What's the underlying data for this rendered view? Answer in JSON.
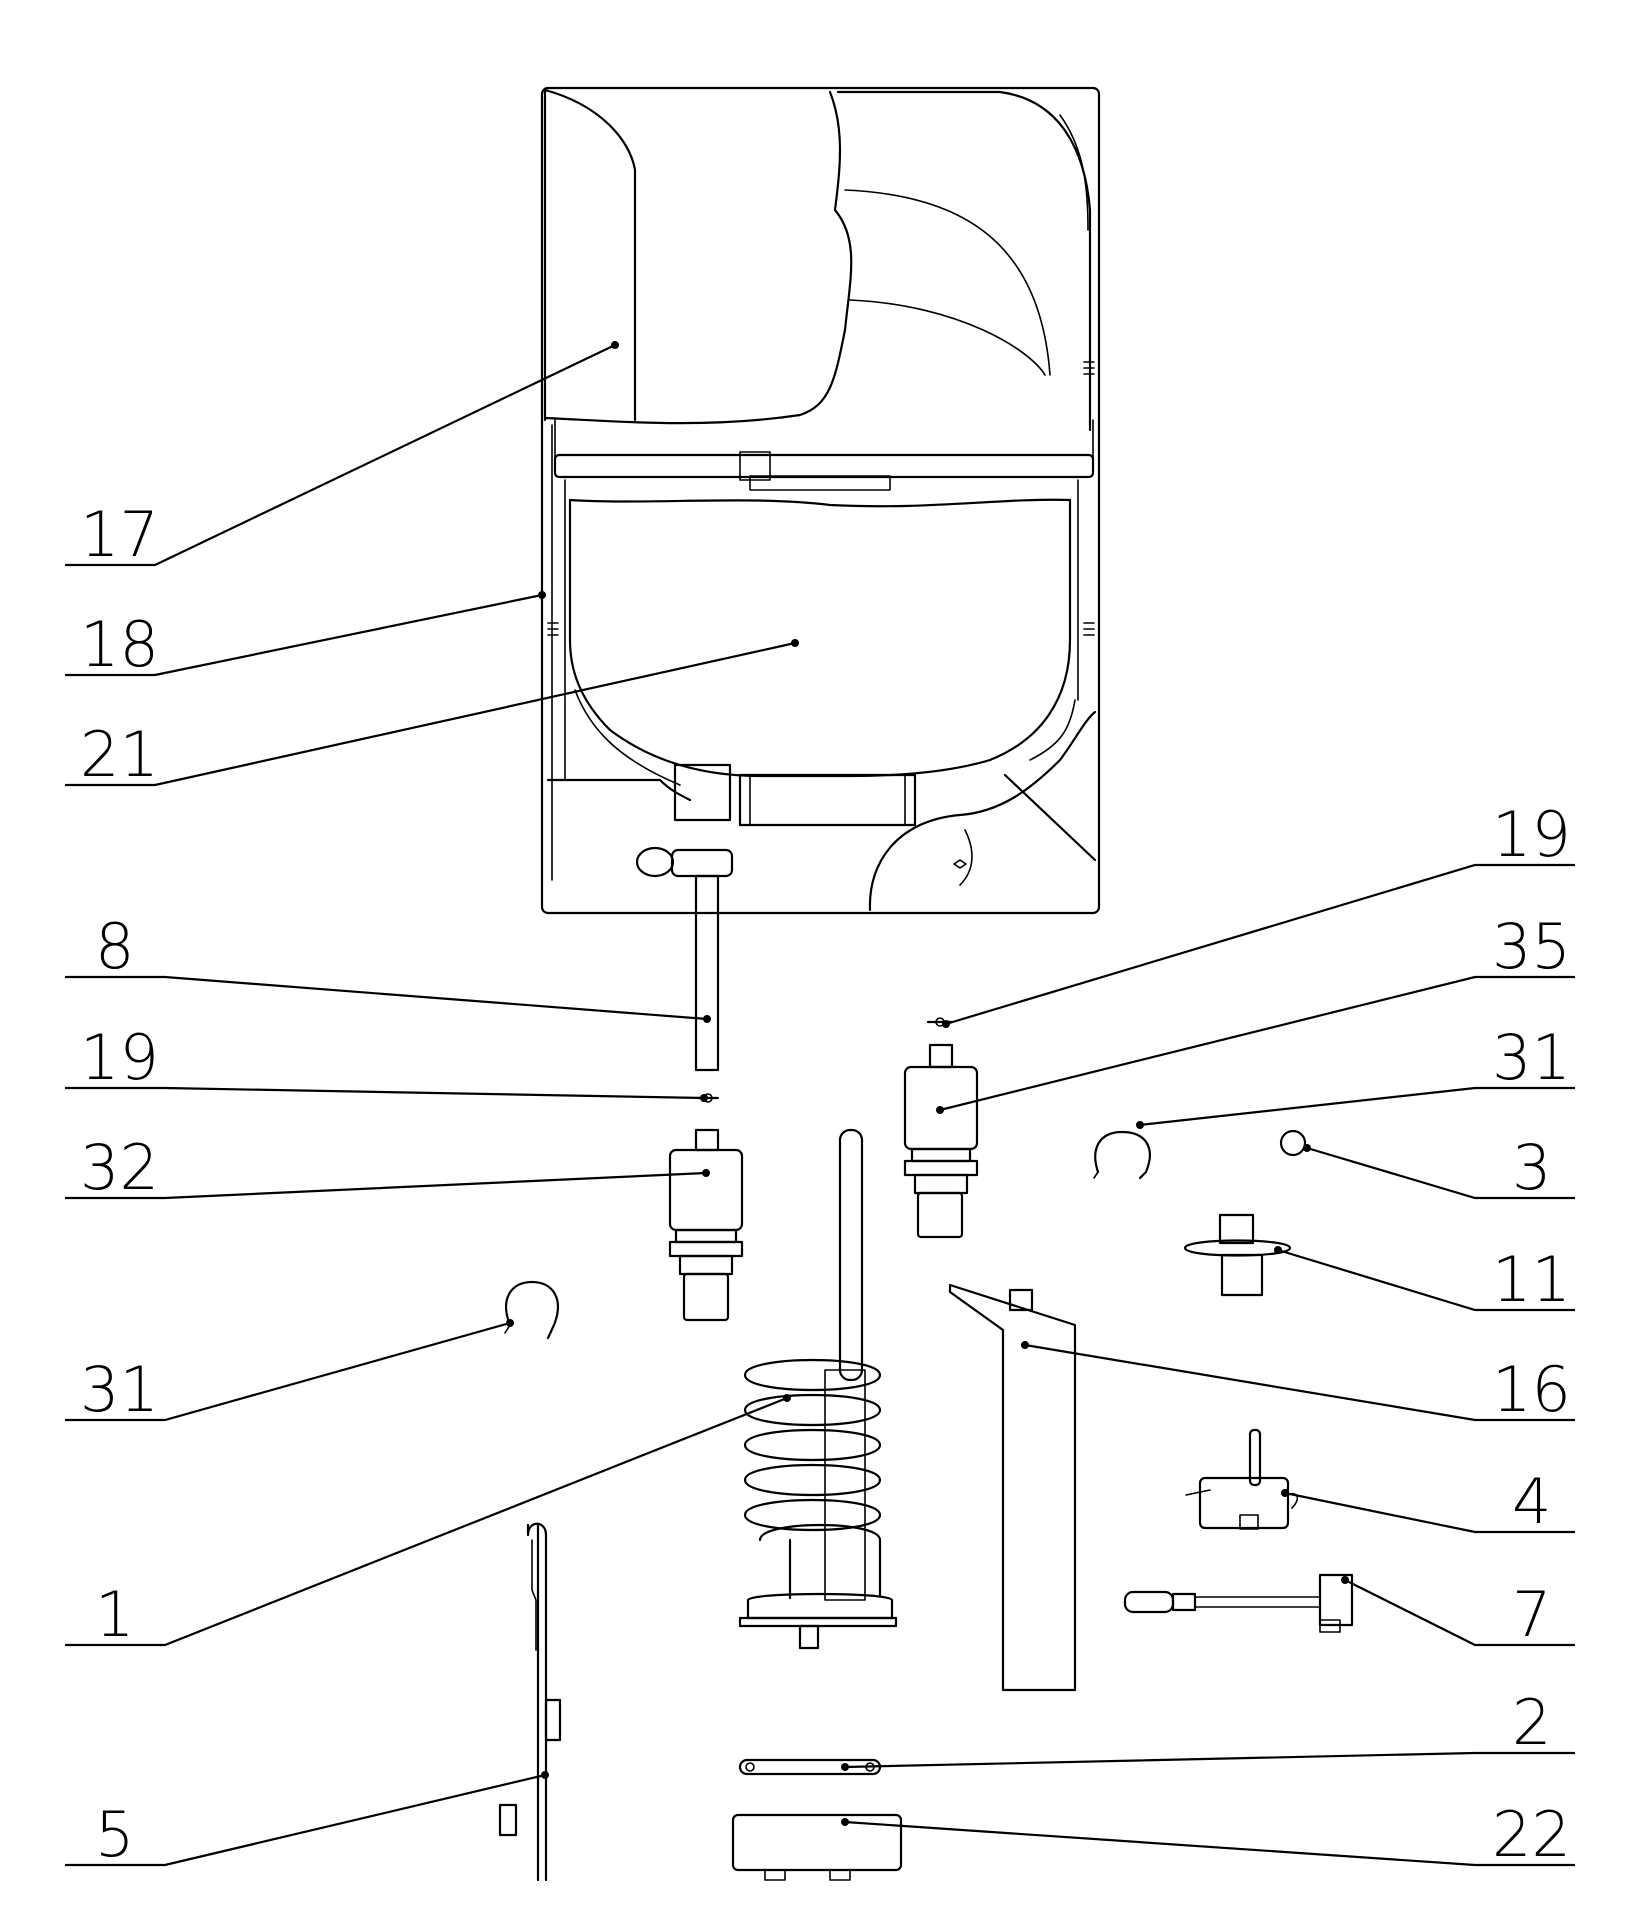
{
  "callouts": [
    {
      "id": "17",
      "label": "17"
    },
    {
      "id": "18",
      "label": "18"
    },
    {
      "id": "21",
      "label": "21"
    },
    {
      "id": "8",
      "label": "8"
    },
    {
      "id": "19a",
      "label": "19"
    },
    {
      "id": "32",
      "label": "32"
    },
    {
      "id": "31a",
      "label": "31"
    },
    {
      "id": "1",
      "label": "1"
    },
    {
      "id": "5",
      "label": "5"
    },
    {
      "id": "19b",
      "label": "19"
    },
    {
      "id": "35",
      "label": "35"
    },
    {
      "id": "31b",
      "label": "31"
    },
    {
      "id": "3",
      "label": "3"
    },
    {
      "id": "11",
      "label": "11"
    },
    {
      "id": "16",
      "label": "16"
    },
    {
      "id": "4",
      "label": "4"
    },
    {
      "id": "7",
      "label": "7"
    },
    {
      "id": "2",
      "label": "2"
    },
    {
      "id": "22",
      "label": "22"
    }
  ]
}
